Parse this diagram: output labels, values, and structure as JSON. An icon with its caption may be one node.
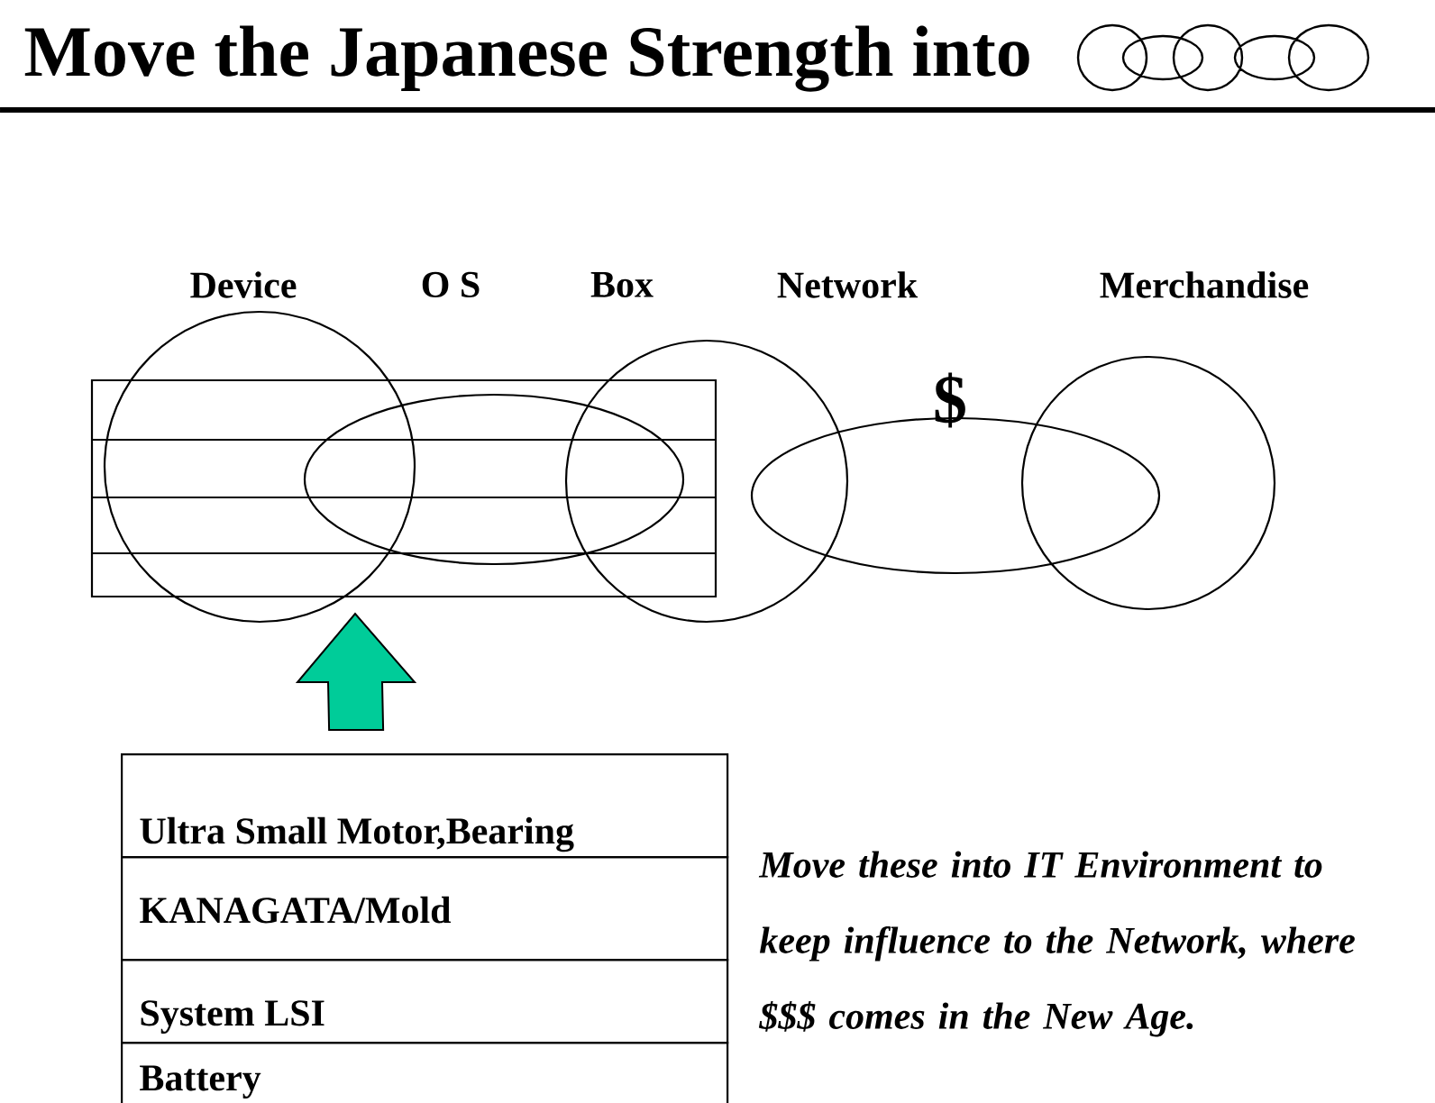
{
  "diagram": {
    "title": "Move the Japanese Strength into",
    "nodes": [
      {
        "text": [
          "Ultra Small Motor,Bearing"
        ]
      },
      {
        "text": [
          "KANAGATA/Mold"
        ]
      },
      {
        "text": [
          "System LSI"
        ]
      },
      {
        "text": [
          "Battery"
        ]
      },
      {
        "text": [],
        "shape": "box"
      }
    ],
    "edges": [
      {
        "from": 0,
        "to": 4,
        "arrow": "to",
        "style": "thick",
        "color": "#00cc99"
      }
    ],
    "labels": [
      "Device",
      "O S",
      "Box",
      "Network",
      "Merchandise",
      "$",
      "Move these into IT Environment to keep influence to the Network, where $$$ comes in the New Age."
    ]
  }
}
